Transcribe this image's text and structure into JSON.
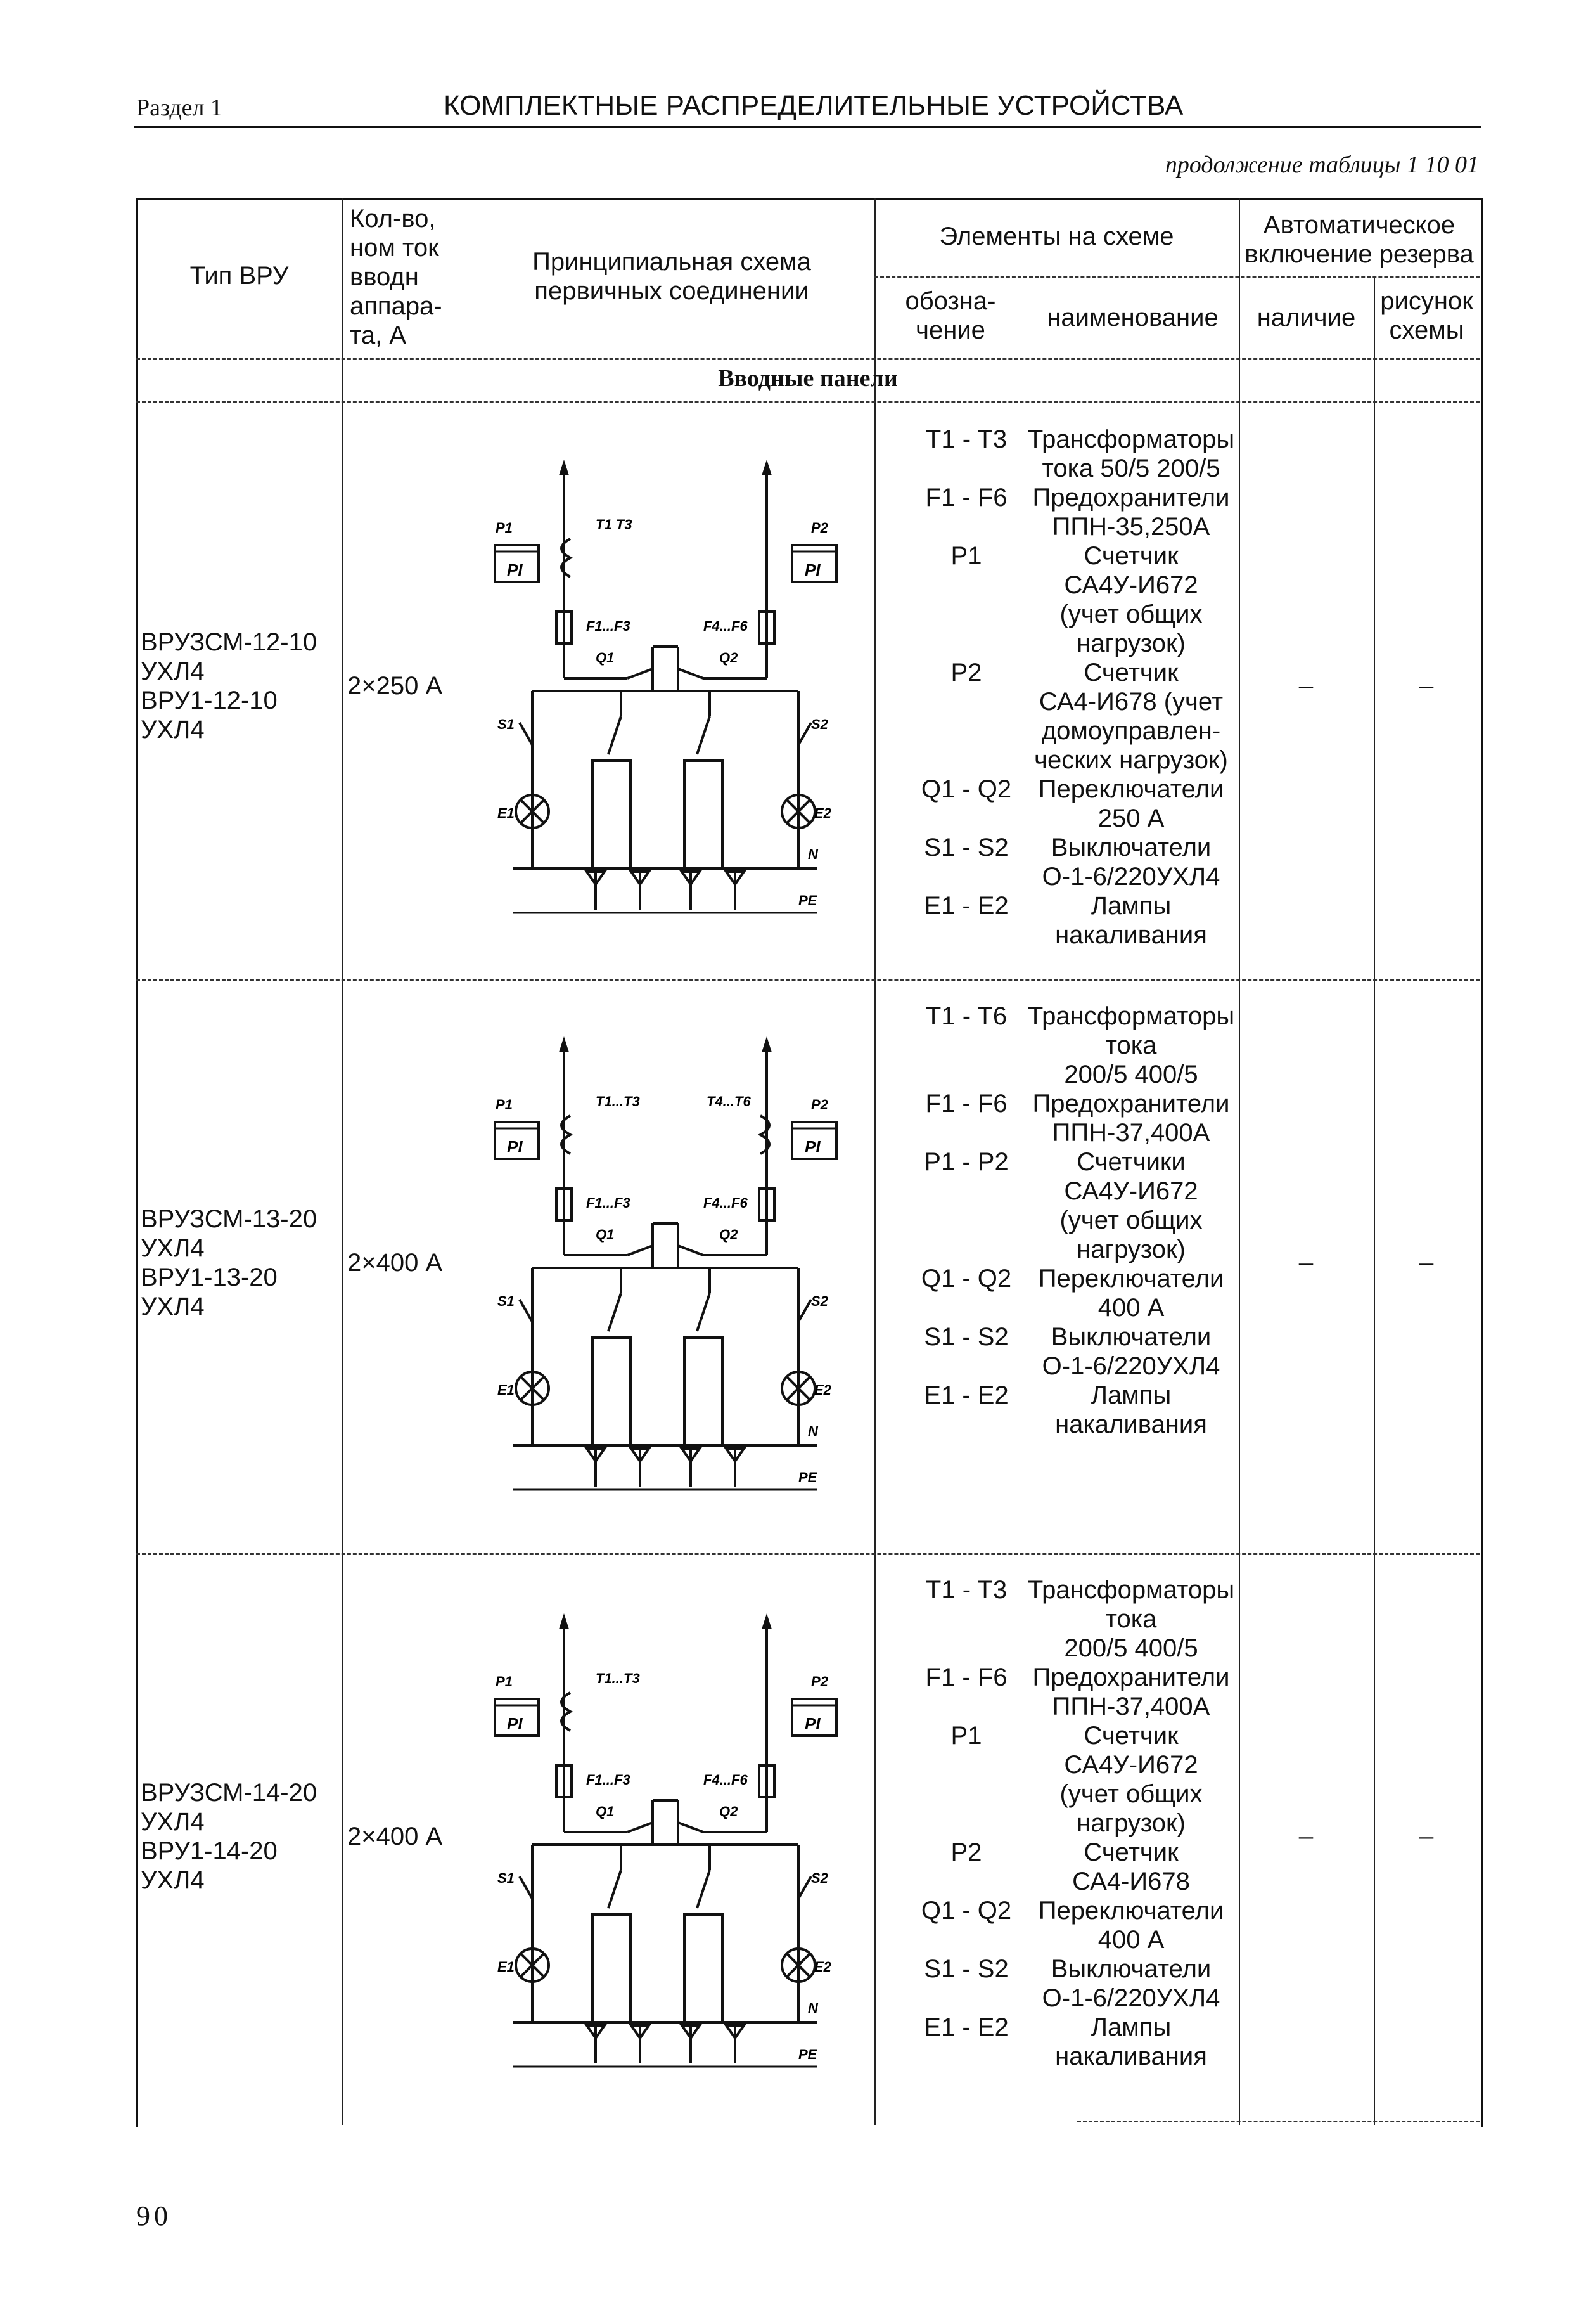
{
  "header": {
    "section": "Раздел 1",
    "title": "КОМПЛЕКТНЫЕ РАСПРЕДЕЛИТЕЛЬНЫЕ УСТРОЙСТВА",
    "continuation": "продолжение таблицы 1 10 01"
  },
  "table_headers": {
    "type": "Тип ВРУ",
    "current": [
      "Кол-во,",
      "ном ток",
      "вводн",
      "аппара-",
      "та, А"
    ],
    "scheme": [
      "Принципиальная схема",
      "первичных соединении"
    ],
    "elements": "Элементы на схеме",
    "designation": [
      "обозна-",
      "чение"
    ],
    "name": "наименование",
    "avr": [
      "Автоматическое",
      "включение резерва"
    ],
    "presence": "наличие",
    "figure": [
      "рисунок",
      "схемы"
    ]
  },
  "section_title": "Вводные панели",
  "rows": [
    {
      "type_lines": [
        "ВРУЗСМ-12-10",
        "УХЛ4",
        "ВРУ1-12-10",
        "УХЛ4"
      ],
      "current": "2×250 А",
      "presence": "–",
      "figure": "–",
      "scheme_labels": {
        "p1": "P1",
        "p2": "P2",
        "t_left": "T1 T3",
        "t_right": "",
        "f_left": "F1...F3",
        "f_right": "F4...F6",
        "q1": "Q1",
        "q2": "Q2",
        "s1": "S1",
        "s2": "S2",
        "e1": "E1",
        "e2": "E2",
        "n": "N",
        "pe": "PE",
        "meter": "PI"
      },
      "elements": [
        {
          "code": "T1 - T3",
          "name": [
            "Трансформаторы",
            "тока 50/5 200/5"
          ]
        },
        {
          "code": "F1 - F6",
          "name": [
            "Предохранители",
            "ППН-35,250А"
          ]
        },
        {
          "code": "P1",
          "name": [
            "Счетчик",
            "СА4У-И672",
            "(учет общих",
            "нагрузок)"
          ]
        },
        {
          "code": "P2",
          "name": [
            "Счетчик",
            "СА4-И678 (учет",
            "домоуправлен-",
            "ческих нагрузок)"
          ]
        },
        {
          "code": "Q1 - Q2",
          "name": [
            "Переключатели",
            "250 А"
          ]
        },
        {
          "code": "S1 - S2",
          "name": [
            "Выключатели",
            "О-1-6/220УХЛ4"
          ]
        },
        {
          "code": "E1 - E2",
          "name": [
            "Лампы",
            "накаливания"
          ]
        }
      ]
    },
    {
      "type_lines": [
        "ВРУЗСМ-13-20",
        "УХЛ4",
        "ВРУ1-13-20",
        "УХЛ4"
      ],
      "current": "2×400 А",
      "presence": "–",
      "figure": "–",
      "scheme_labels": {
        "p1": "P1",
        "p2": "P2",
        "t_left": "T1...T3",
        "t_right": "T4...T6",
        "f_left": "F1...F3",
        "f_right": "F4...F6",
        "q1": "Q1",
        "q2": "Q2",
        "s1": "S1",
        "s2": "S2",
        "e1": "E1",
        "e2": "E2",
        "n": "N",
        "pe": "PE",
        "meter": "PI"
      },
      "elements": [
        {
          "code": "T1 - T6",
          "name": [
            "Трансформаторы",
            "тока",
            "200/5 400/5"
          ]
        },
        {
          "code": "F1 - F6",
          "name": [
            "Предохранители",
            "ППН-37,400А"
          ]
        },
        {
          "code": "P1 - P2",
          "name": [
            "Счетчики",
            "СА4У-И672",
            "(учет общих",
            "нагрузок)"
          ]
        },
        {
          "code": "Q1 - Q2",
          "name": [
            "Переключатели",
            "400 А"
          ]
        },
        {
          "code": "S1 - S2",
          "name": [
            "Выключатели",
            "О-1-6/220УХЛ4"
          ]
        },
        {
          "code": "E1 - E2",
          "name": [
            "Лампы",
            "накаливания"
          ]
        }
      ]
    },
    {
      "type_lines": [
        "ВРУЗСМ-14-20",
        "УХЛ4",
        "ВРУ1-14-20",
        "УХЛ4"
      ],
      "current": "2×400 А",
      "presence": "–",
      "figure": "–",
      "scheme_labels": {
        "p1": "P1",
        "p2": "P2",
        "t_left": "T1...T3",
        "t_right": "",
        "f_left": "F1...F3",
        "f_right": "F4...F6",
        "q1": "Q1",
        "q2": "Q2",
        "s1": "S1",
        "s2": "S2",
        "e1": "E1",
        "e2": "E2",
        "n": "N",
        "pe": "PE",
        "meter": "PI"
      },
      "elements": [
        {
          "code": "T1 - T3",
          "name": [
            "Трансформаторы",
            "тока",
            "200/5 400/5"
          ]
        },
        {
          "code": "F1 - F6",
          "name": [
            "Предохранители",
            "ППН-37,400А"
          ]
        },
        {
          "code": "P1",
          "name": [
            "Счетчик",
            "СА4У-И672",
            "(учет общих",
            "нагрузок)"
          ]
        },
        {
          "code": "P2",
          "name": [
            "Счетчик",
            "СА4-И678"
          ]
        },
        {
          "code": "Q1 - Q2",
          "name": [
            "Переключатели",
            "400 А"
          ]
        },
        {
          "code": "S1 - S2",
          "name": [
            "Выключатели",
            "О-1-6/220УХЛ4"
          ]
        },
        {
          "code": "E1 - E2",
          "name": [
            "Лампы",
            "накаливания"
          ]
        }
      ]
    }
  ],
  "page_number": "90"
}
